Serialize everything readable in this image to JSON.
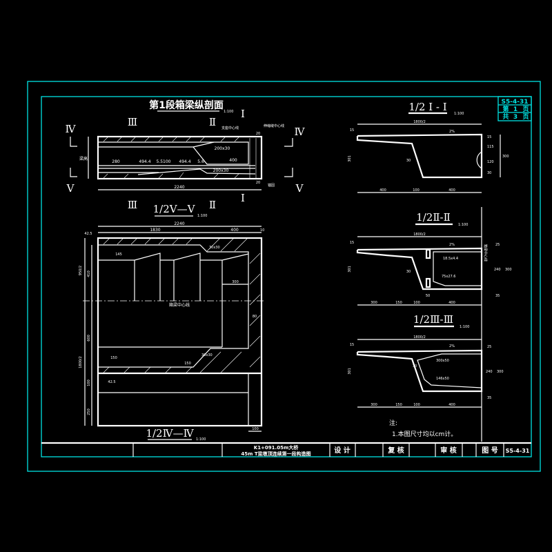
{
  "drawing": {
    "main_title": "第1段箱梁纵剖面",
    "main_scale": "1:100",
    "section_marks": {
      "I": "I",
      "II": "Ⅱ",
      "III": "Ⅲ",
      "IV": "Ⅳ",
      "V": "V"
    },
    "long_section_labels": {
      "support_center": "支座中心线",
      "end_label": "伸缩缝中心线",
      "anchor": "锚固",
      "total_length": "2240",
      "dim_280": "280",
      "dim_1": "494.4",
      "dim_mid": "5.5100",
      "dim_2": "494.4",
      "dim_3": "5.6",
      "dim_400": "400",
      "hole_1": "200x30",
      "hole_2": "200x30",
      "height": "梁高",
      "top_small": "20",
      "bottom_small": "20"
    },
    "plan_title": "1/2V—V",
    "plan_scale": "1:100",
    "plan_bottom_title": "1/2Ⅳ—Ⅳ",
    "plan_bottom_scale": "1:100",
    "plan_labels": {
      "overall": "2240",
      "left": "1830",
      "right": "400",
      "edge": "10",
      "top_off": "42.5",
      "half_width_top": "950/2",
      "half_width_bottom": "1800/2",
      "d_145": "145",
      "d_410": "410",
      "d_600": "600",
      "d_100": "100",
      "d_250": "250",
      "d_300": "300",
      "d_150": "150",
      "d_42_5": "42.5",
      "d_80": "80",
      "d_end_100": "100",
      "centerline": "箱梁中心线",
      "haunch": "30x30"
    },
    "sections": [
      {
        "title": "1/2 I - I",
        "scale": "1:100",
        "top_dim": "1800/2",
        "height": "301",
        "flange": "15",
        "slope": "2%",
        "web": "30",
        "bottom_dims": [
          "400",
          "100",
          "400"
        ],
        "right_dims": [
          "15",
          "115",
          "120",
          "30",
          "300"
        ]
      },
      {
        "title": "1/2Ⅱ-Ⅱ",
        "scale": "1:100",
        "top_dim": "1800/2",
        "height": "301",
        "flange": "15",
        "slope": "2%",
        "web": "30",
        "callouts": [
          "18.5x4.4",
          "75x27.6"
        ],
        "centerline": "箱梁中心线",
        "bottom_dims": [
          "300",
          "150",
          "100",
          "400"
        ],
        "web_bottom": "50",
        "right_dims": [
          "25",
          "240",
          "300",
          "35"
        ]
      },
      {
        "title": "1/2Ⅲ-Ⅲ",
        "scale": "1:100",
        "top_dim": "1800/2",
        "height": "301",
        "flange": "15",
        "slope": "2%",
        "web": "30",
        "callouts": [
          "300x50",
          "146x50"
        ],
        "bottom_dims": [
          "300",
          "150",
          "100",
          "400"
        ],
        "right_dims": [
          "25",
          "240",
          "300",
          "35"
        ]
      }
    ],
    "notes_title": "注:",
    "notes": [
      "1.本图尺寸均以cm计。"
    ]
  },
  "sheet_box": {
    "code": "S5-4-31",
    "page_row": [
      "第",
      "1",
      "页"
    ],
    "total_row": [
      "共",
      "3",
      "页"
    ]
  },
  "title_block": {
    "project_line1": "K1+091.05m大桥",
    "project_line2": "45m T梁墩顶连续第一段构造图",
    "design": "设 计",
    "check": "复 核",
    "review": "审 核",
    "drawing_no_label": "图 号",
    "drawing_no": "S5-4-31"
  },
  "colors": {
    "frame": "#00e5e5",
    "lines": "#ffffff",
    "background": "#000000"
  }
}
